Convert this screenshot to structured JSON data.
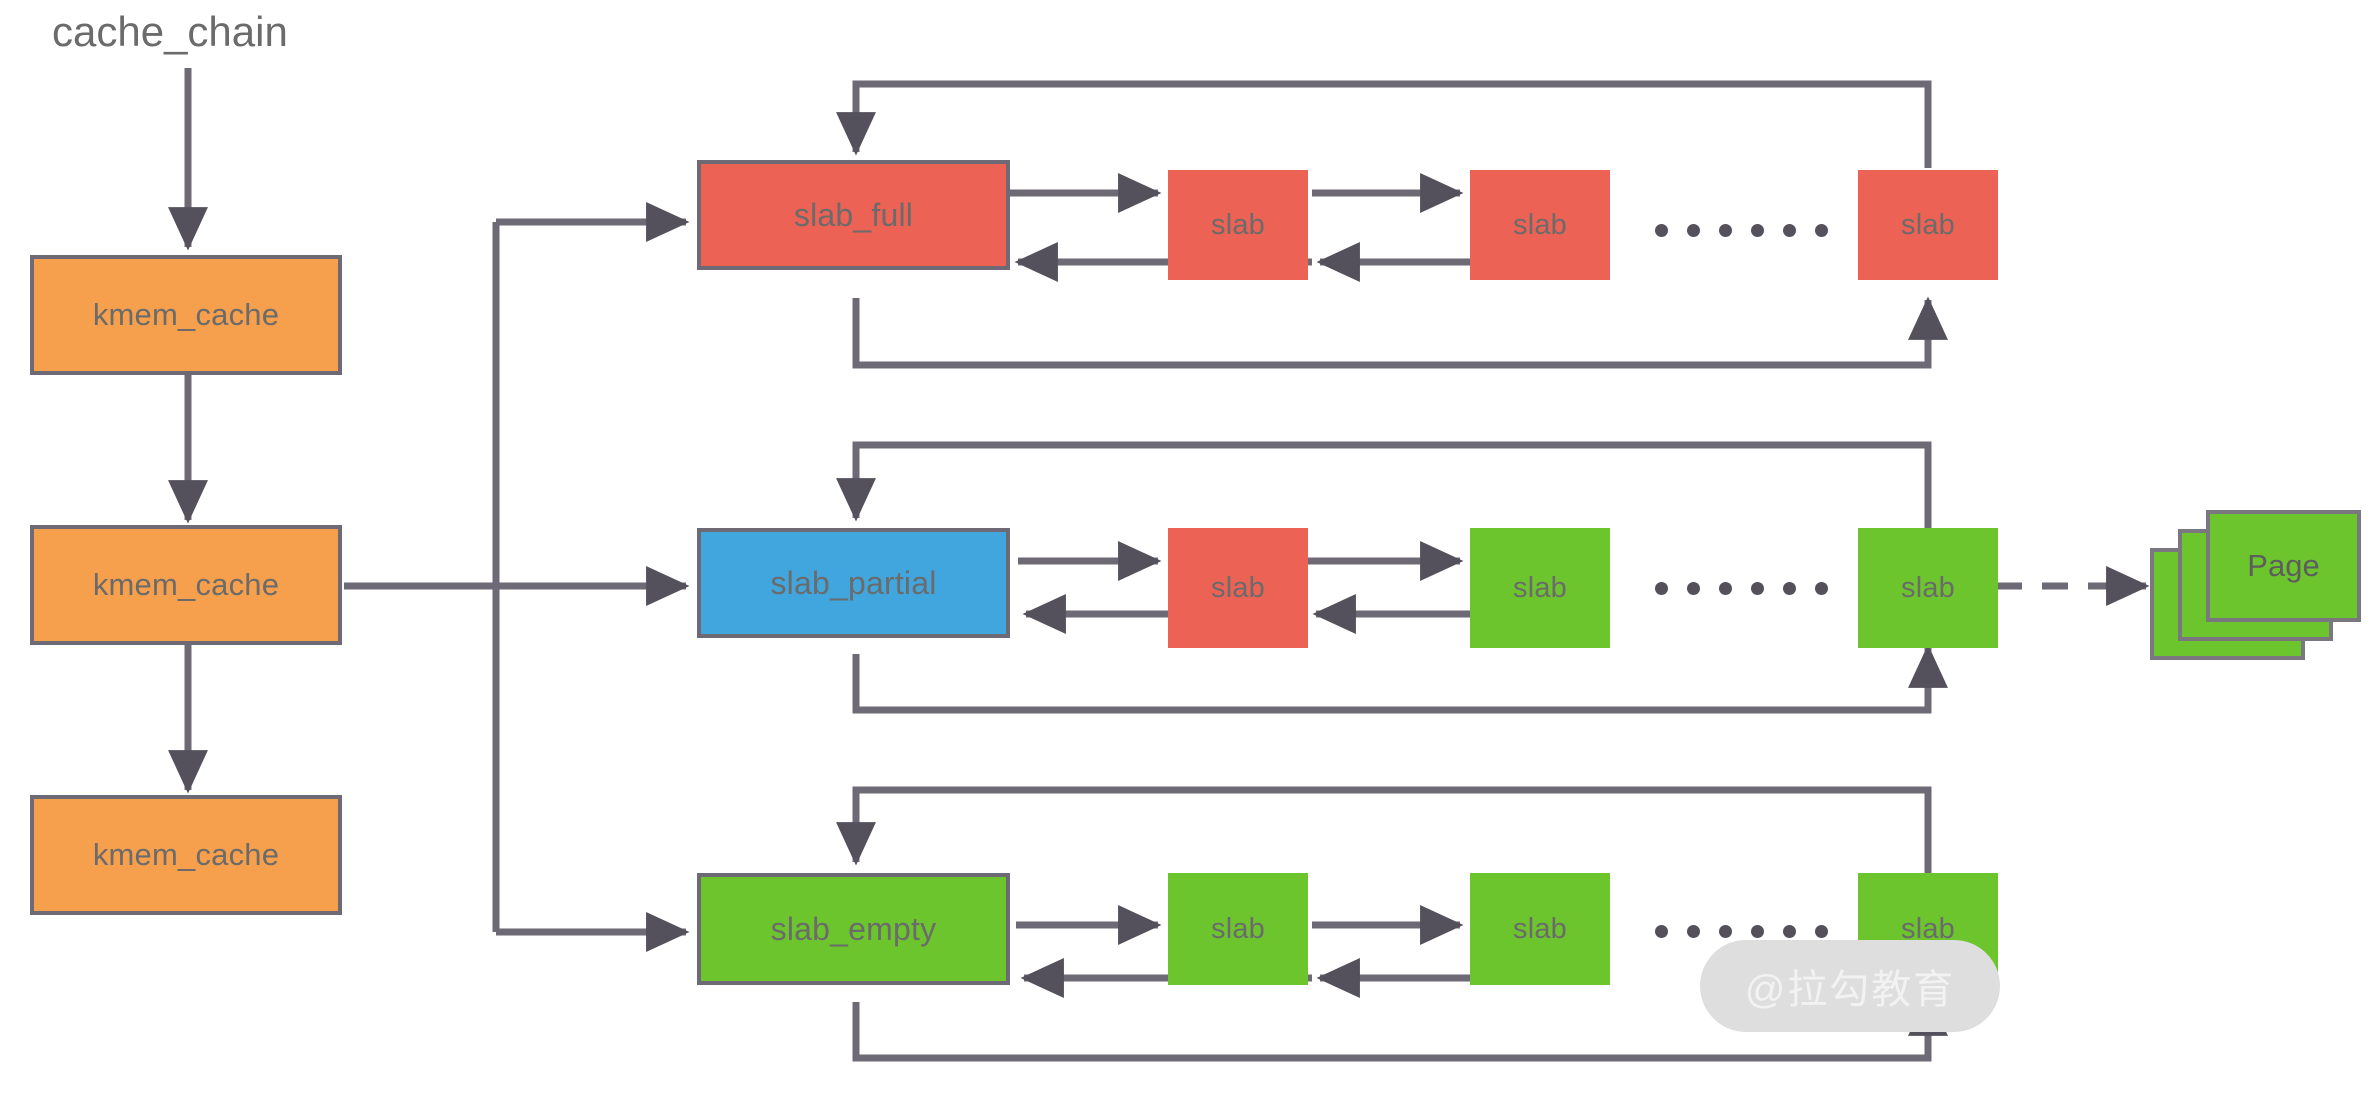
{
  "diagram": {
    "title": "cache_chain",
    "background_color": "#ffffff",
    "line_color": "#6e6a75",
    "text_color": "#6b6b6b",
    "colors": {
      "kmem_cache": "#f6a04d",
      "slab_full": "#ec6254",
      "slab_partial": "#41a6dd",
      "slab_empty": "#6dc52e",
      "slab_red": "#ec6254",
      "slab_green": "#6dc52e",
      "page": "#6dc52e",
      "border": "#6e6a75"
    },
    "cache_chain": {
      "label": "cache_chain",
      "nodes": [
        {
          "label": "kmem_cache"
        },
        {
          "label": "kmem_cache"
        },
        {
          "label": "kmem_cache"
        }
      ]
    },
    "lists": [
      {
        "head": {
          "label": "slab_full",
          "color": "red"
        },
        "slabs": [
          {
            "label": "slab",
            "color": "red"
          },
          {
            "label": "slab",
            "color": "red"
          },
          {
            "label": "slab",
            "color": "red"
          }
        ],
        "ellipsis_dots": 6
      },
      {
        "head": {
          "label": "slab_partial",
          "color": "blue"
        },
        "slabs": [
          {
            "label": "slab",
            "color": "red"
          },
          {
            "label": "slab",
            "color": "green"
          },
          {
            "label": "slab",
            "color": "green"
          }
        ],
        "ellipsis_dots": 6
      },
      {
        "head": {
          "label": "slab_empty",
          "color": "green"
        },
        "slabs": [
          {
            "label": "slab",
            "color": "green"
          },
          {
            "label": "slab",
            "color": "green"
          },
          {
            "label": "slab",
            "color": "green"
          }
        ],
        "ellipsis_dots": 6
      }
    ],
    "page_stack": {
      "label": "Page",
      "count": 3
    },
    "watermark": {
      "text": "@拉勾教育"
    }
  }
}
